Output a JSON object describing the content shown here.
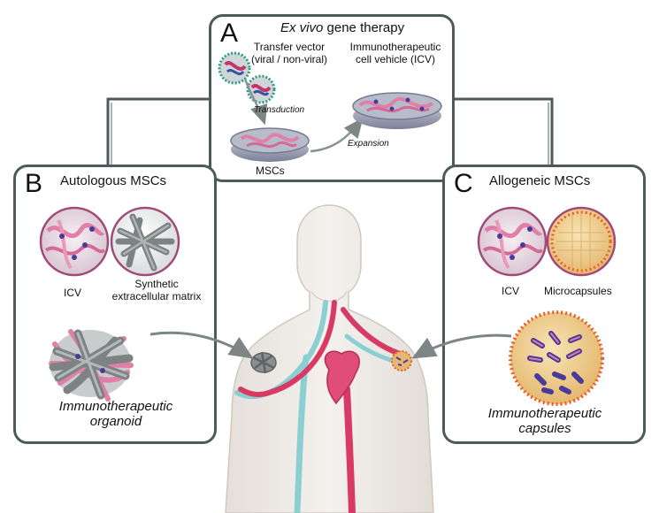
{
  "panel_a": {
    "letter": "A",
    "title_italic": "Ex vivo",
    "title_rest": " gene therapy",
    "transfer_vector_line1": "Transfer vector",
    "transfer_vector_line2": "(viral / non-viral)",
    "icv_line1": "Immunotherapeutic",
    "icv_line2": "cell vehicle (ICV)",
    "transduction": "Transduction",
    "expansion": "Expansion",
    "mscs": "MSCs"
  },
  "panel_b": {
    "letter": "B",
    "title": "Autologous MSCs",
    "icv": "ICV",
    "matrix_line1": "Synthetic",
    "matrix_line2": "extracellular matrix",
    "result_line1": "Immunotherapeutic",
    "result_line2": "organoid"
  },
  "panel_c": {
    "letter": "C",
    "title": "Allogeneic MSCs",
    "icv": "ICV",
    "microcapsules": "Microcapsules",
    "result_line1": "Immunotherapeutic",
    "result_line2": "capsules"
  },
  "colors": {
    "panel_border": "#4d5a5a",
    "cell_pink": "#e07fa8",
    "cell_purple": "#4a3a9a",
    "matrix_gray": "#8a8f8f",
    "capsule_gold": "#e0b060",
    "capsule_dot": "#e8602a",
    "artery_red": "#d83a64",
    "vein_teal": "#8ccfd3",
    "skin": "#eae5e0"
  }
}
